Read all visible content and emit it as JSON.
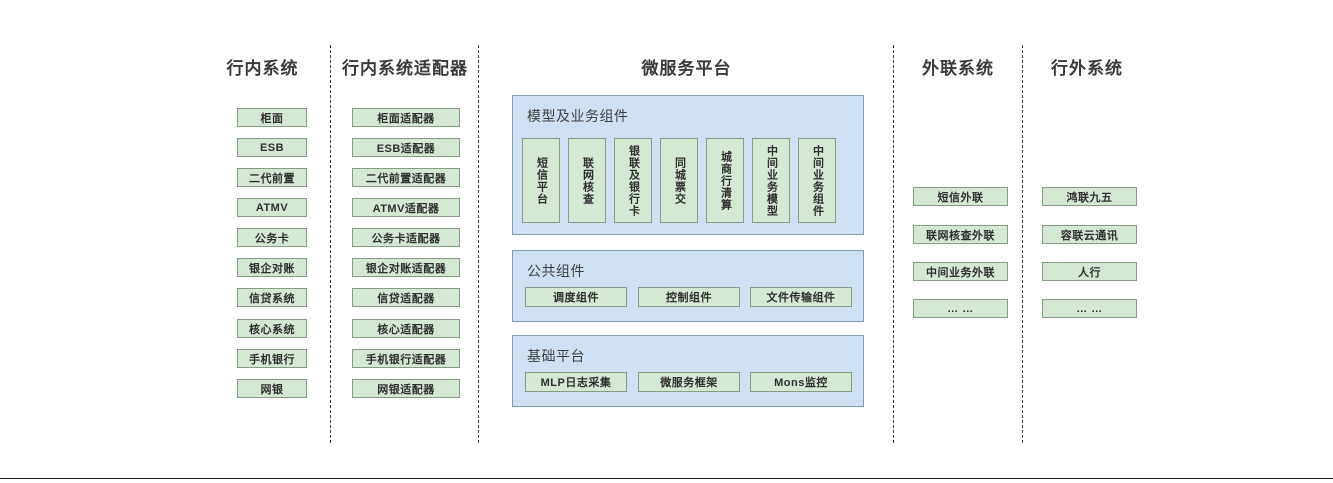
{
  "columns": {
    "internal_systems": {
      "title": "行内系统",
      "items": [
        "柜面",
        "ESB",
        "二代前置",
        "ATMV",
        "公务卡",
        "银企对账",
        "信贷系统",
        "核心系统",
        "手机银行",
        "网银"
      ]
    },
    "internal_adapters": {
      "title": "行内系统适配器",
      "items": [
        "柜面适配器",
        "ESB适配器",
        "二代前置适配器",
        "ATMV适配器",
        "公务卡适配器",
        "银企对账适配器",
        "信贷适配器",
        "核心适配器",
        "手机银行适配器",
        "网银适配器"
      ]
    },
    "microservice_platform": {
      "title": "微服务平台",
      "panels": [
        {
          "title": "模型及业务组件",
          "orientation": "vertical",
          "items": [
            "短信平台",
            "联网核查",
            "银联及银行卡",
            "同城票交",
            "城商行清算",
            "中间业务模型",
            "中间业务组件"
          ]
        },
        {
          "title": "公共组件",
          "orientation": "horizontal",
          "items": [
            "调度组件",
            "控制组件",
            "文件传输组件"
          ]
        },
        {
          "title": "基础平台",
          "orientation": "horizontal",
          "items": [
            "MLP日志采集",
            "微服务框架",
            "Mons监控"
          ]
        }
      ]
    },
    "external_liaison": {
      "title": "外联系统",
      "items": [
        "短信外联",
        "联网核查外联",
        "中间业务外联",
        "… …"
      ]
    },
    "outside_bank": {
      "title": "行外系统",
      "items": [
        "鸿联九五",
        "容联云通讯",
        "人行",
        "… …"
      ]
    }
  },
  "colors": {
    "node_fill": "#d5e8d4",
    "node_border": "#879a83",
    "panel_fill": "#cfe0f3",
    "panel_border": "#7f9ab5",
    "divider": "#3d3d3d",
    "text": "#2f2f2f"
  }
}
